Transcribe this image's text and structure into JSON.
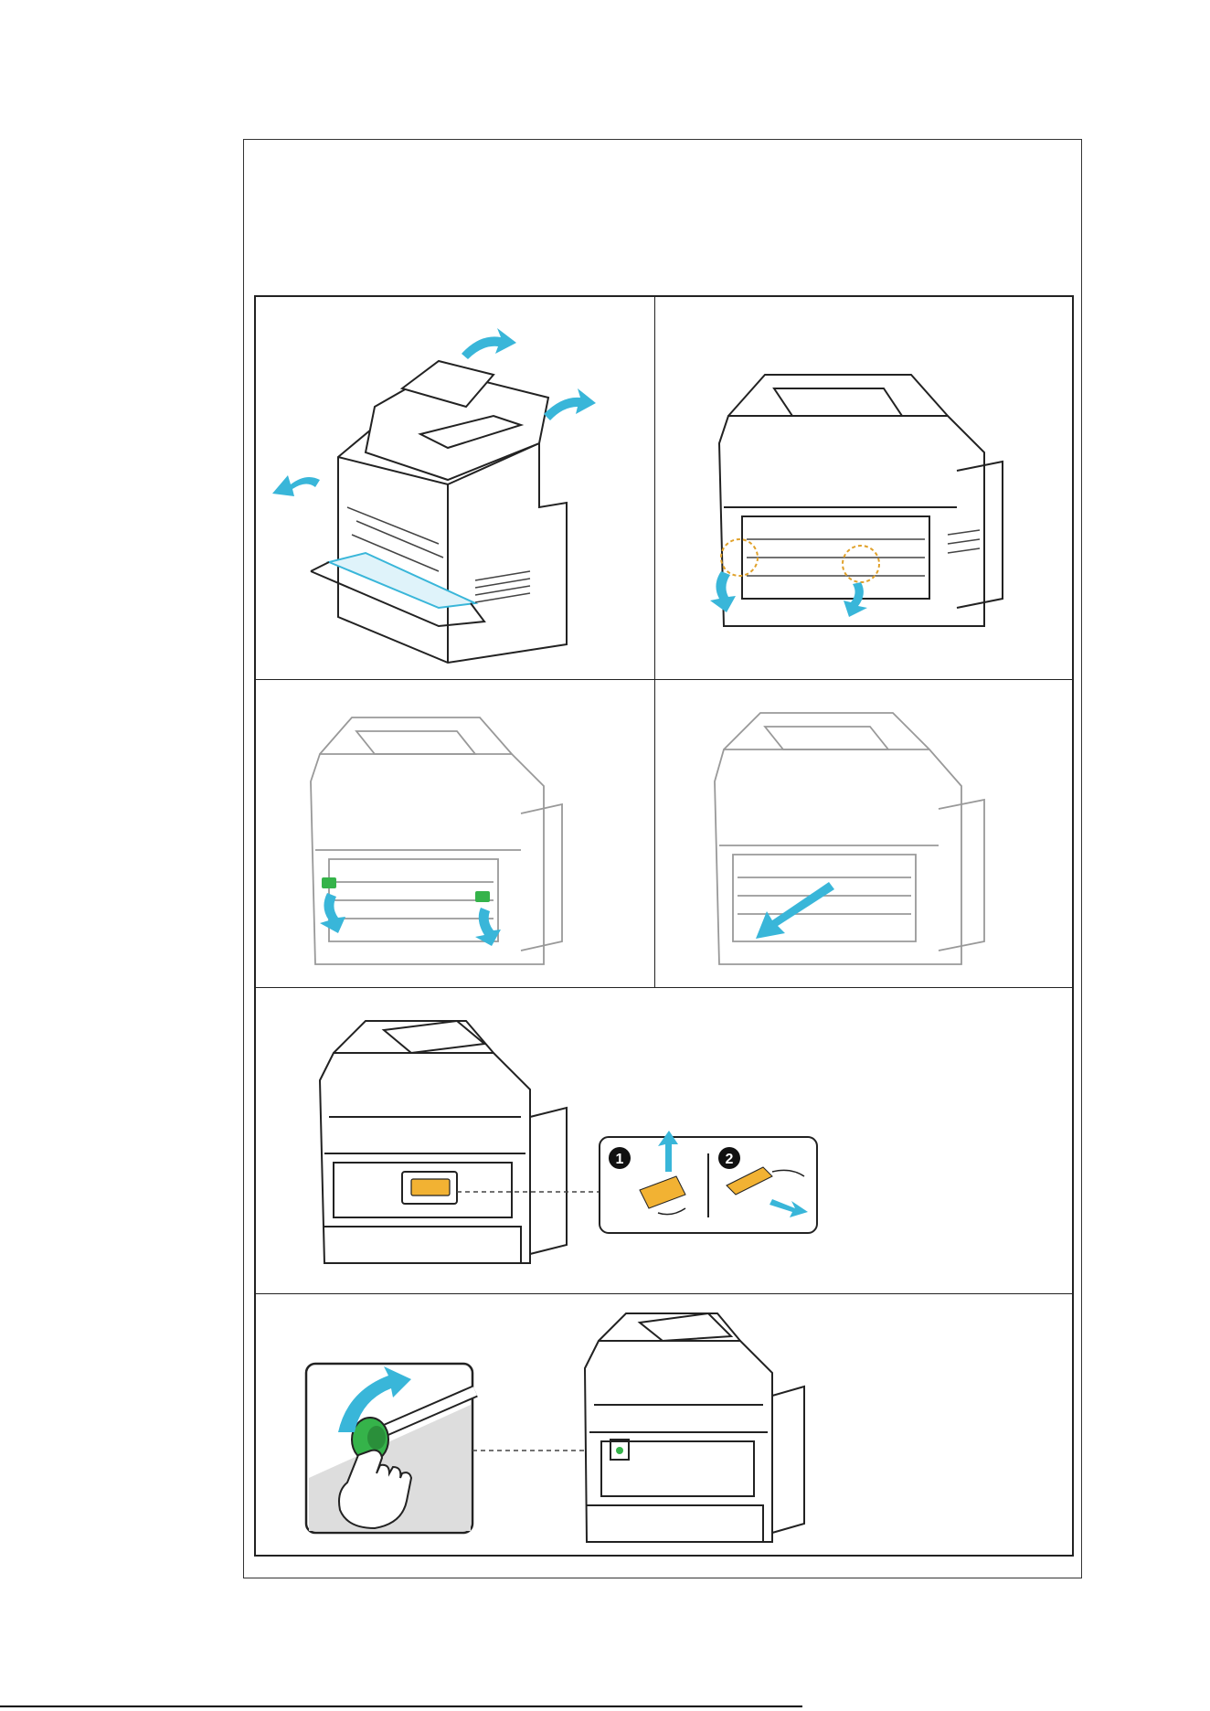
{
  "document": {
    "accent_color": "#39b6d9",
    "callout_color": "#e0a12b",
    "knob_color": "#35b34a",
    "latch_color": "#f2b233"
  },
  "steps": [
    {
      "id": "open-rear-cover",
      "icon": "arrow-icon"
    },
    {
      "id": "release-fuser-levers",
      "icon": "circle-highlight-icon"
    },
    {
      "id": "lower-green-levers",
      "icon": "arrow-icon"
    },
    {
      "id": "pull-out-paper",
      "icon": "arrow-icon"
    },
    {
      "id": "remove-toner-cartridge",
      "callout_numbers": [
        "1",
        "2"
      ]
    },
    {
      "id": "turn-green-knob",
      "icon": "hand-icon"
    }
  ]
}
